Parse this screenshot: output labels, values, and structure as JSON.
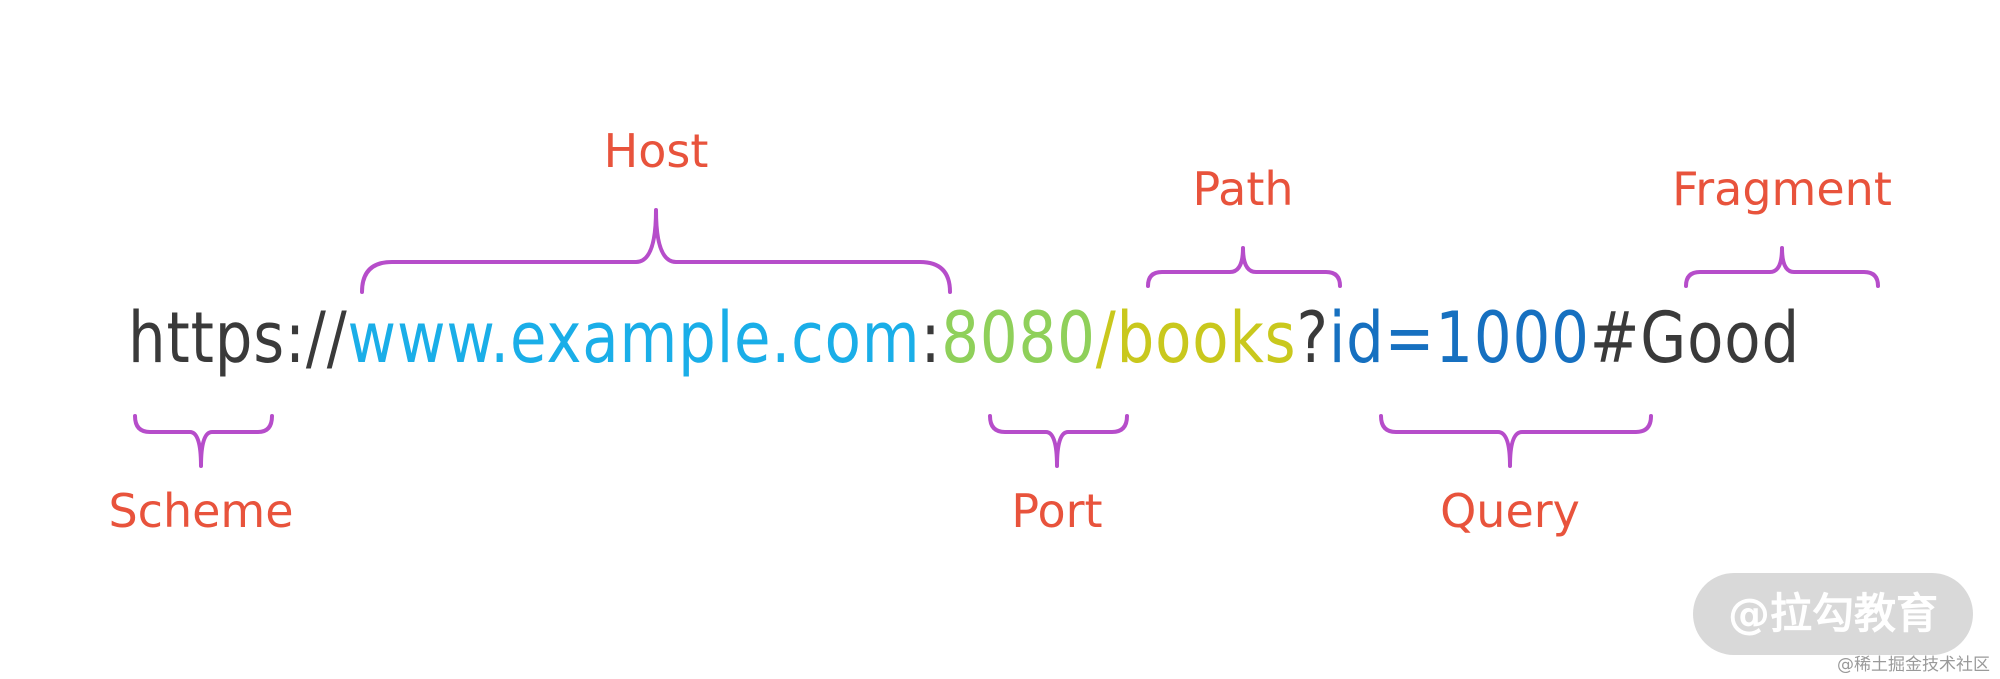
{
  "url_parts": [
    {
      "id": "scheme-text",
      "text": "https://",
      "color": "#3a3a3a"
    },
    {
      "id": "host-text",
      "text": "www.example.com",
      "color": "#1aaee8"
    },
    {
      "id": "port-colon-text",
      "text": ":",
      "color": "#3a3a3a"
    },
    {
      "id": "port-text",
      "text": "8080",
      "color": "#8fd05a"
    },
    {
      "id": "path-text",
      "text": "/books",
      "color": "#c9c81d"
    },
    {
      "id": "query-mark-text",
      "text": "?",
      "color": "#3a3a3a"
    },
    {
      "id": "query-text",
      "text": "id=1000",
      "color": "#1670c0"
    },
    {
      "id": "fragment-text",
      "text": "#Good",
      "color": "#3a3a3a"
    }
  ],
  "labels": {
    "scheme": "Scheme",
    "host": "Host",
    "port": "Port",
    "path": "Path",
    "query": "Query",
    "fragment": "Fragment"
  },
  "colors": {
    "label": "#e8533c",
    "brace": "#b64dca",
    "watermark_badge_bg": "#d9d9d9",
    "watermark_badge_text": "#ffffff",
    "watermark_corner_text": "#9a9a9a"
  },
  "watermark": {
    "badge": "@拉勾教育",
    "corner": "@稀土掘金技术社区"
  }
}
